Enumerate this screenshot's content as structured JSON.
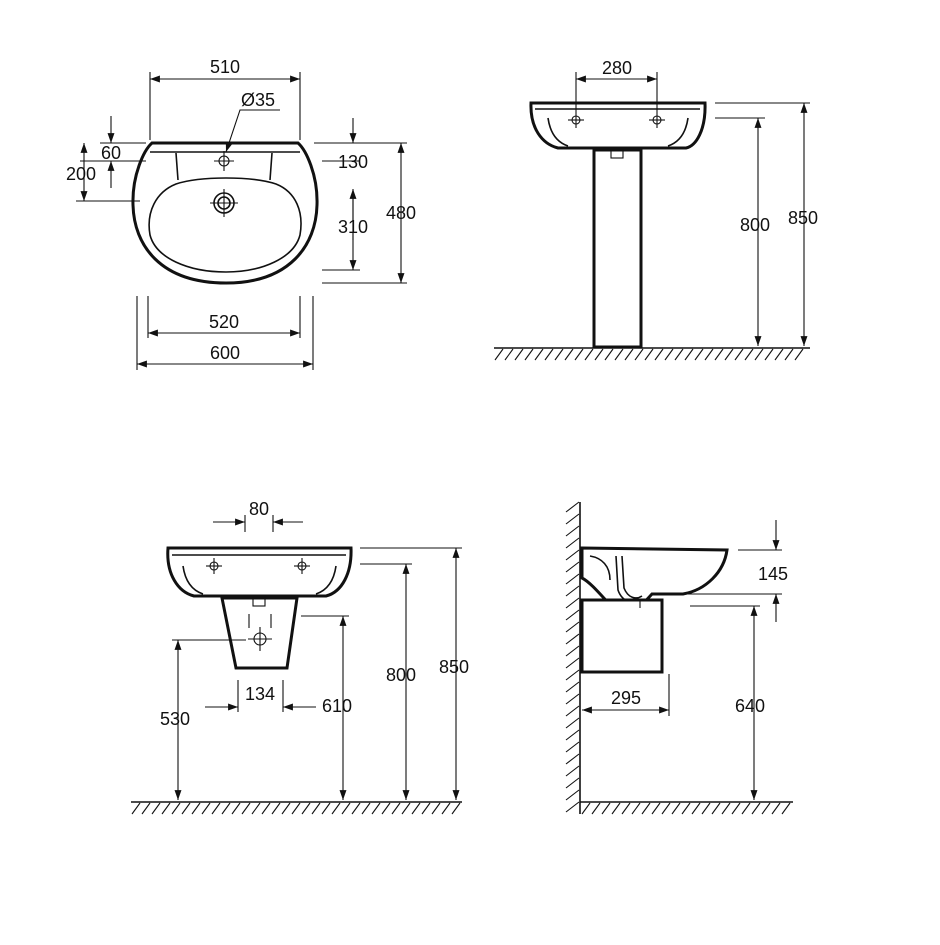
{
  "colors": {
    "line": "#111111",
    "background": "#ffffff"
  },
  "top_view": {
    "width_510": "510",
    "hole_dia": "Ø35",
    "dim_60": "60",
    "dim_200": "200",
    "dim_130": "130",
    "dim_310": "310",
    "dim_480": "480",
    "width_520": "520",
    "width_600": "600"
  },
  "pedestal_view": {
    "tap_spacing": "280",
    "rim_height": "800",
    "top_height": "850"
  },
  "semi_pedestal_front": {
    "tap_spacing": "80",
    "shroud_width": "134",
    "dim_530": "530",
    "dim_610": "610",
    "rim_height": "800",
    "top_height": "850"
  },
  "semi_pedestal_side": {
    "dim_145": "145",
    "projection": "295",
    "dim_640": "640"
  }
}
